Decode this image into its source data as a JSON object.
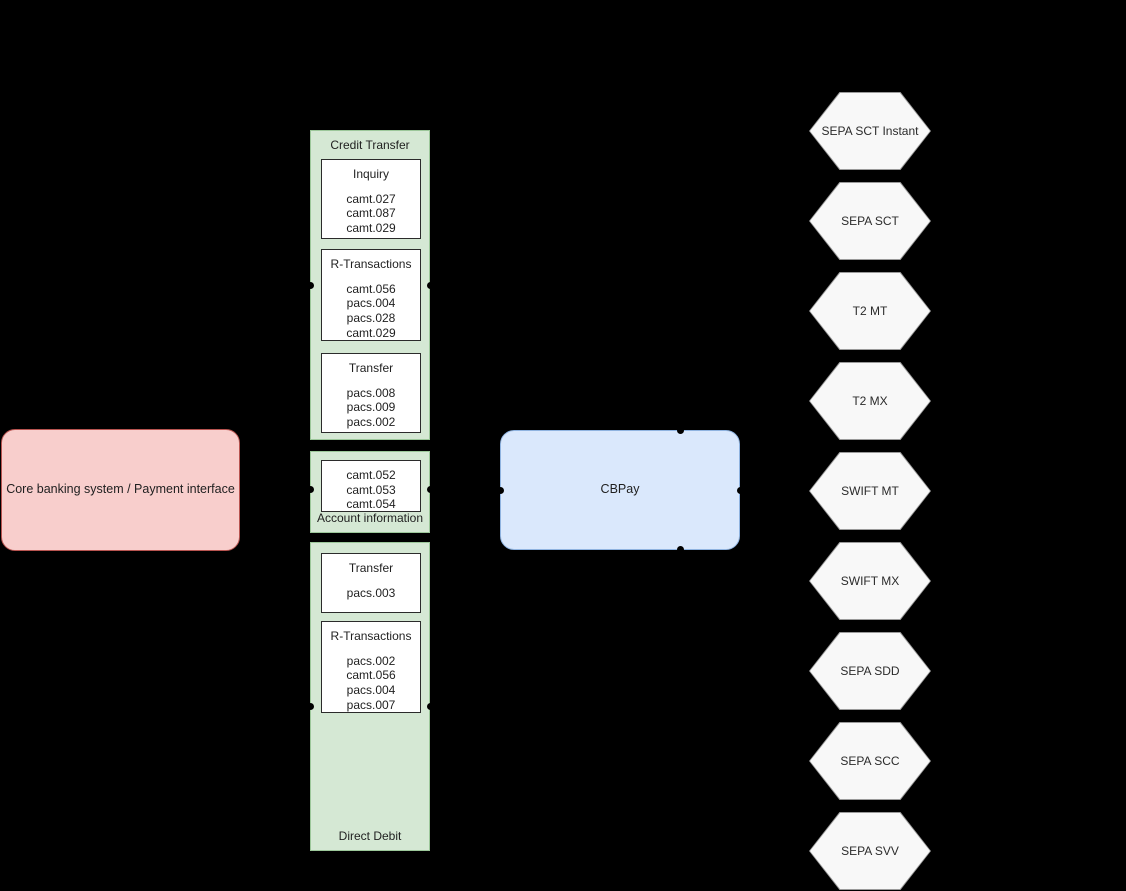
{
  "diagram": {
    "background_color": "#000000",
    "nodes": {
      "core_banking": {
        "label": "Core banking system / Payment interface",
        "fill": "#f8cecc",
        "stroke": "#b85450"
      },
      "cbpay": {
        "label": "CBPay",
        "fill": "#dae8fc",
        "stroke": "#8fb3e0"
      }
    },
    "groups": [
      {
        "id": "credit-transfer",
        "title": "Credit Transfer",
        "title_position": "top",
        "fill": "#d5e8d4",
        "boxes": [
          {
            "title": "Inquiry",
            "codes": [
              "camt.027",
              "camt.087",
              "camt.029"
            ]
          },
          {
            "title": "R-Transactions",
            "codes": [
              "camt.056",
              "pacs.004",
              "pacs.028",
              "camt.029"
            ]
          },
          {
            "title": "Transfer",
            "codes": [
              "pacs.008",
              "pacs.009",
              "pacs.002"
            ]
          }
        ]
      },
      {
        "id": "account-information",
        "title": "Account information",
        "title_position": "bottom",
        "fill": "#d5e8d4",
        "boxes": [
          {
            "title": "",
            "codes": [
              "camt.052",
              "camt.053",
              "camt.054"
            ]
          }
        ]
      },
      {
        "id": "direct-debit",
        "title": "Direct Debit",
        "title_position": "bottom",
        "fill": "#d5e8d4",
        "boxes": [
          {
            "title": "Transfer",
            "codes": [
              "pacs.003"
            ]
          },
          {
            "title": "R-Transactions",
            "codes": [
              "pacs.002",
              "camt.056",
              "pacs.004",
              "pacs.007"
            ]
          }
        ]
      }
    ],
    "channels": [
      {
        "label": "SEPA SCT Instant"
      },
      {
        "label": "SEPA SCT"
      },
      {
        "label": "T2 MT"
      },
      {
        "label": "T2 MX"
      },
      {
        "label": "SWIFT MT"
      },
      {
        "label": "SWIFT MX"
      },
      {
        "label": "SEPA SDD"
      },
      {
        "label": "SEPA SCC"
      },
      {
        "label": "SEPA SVV"
      }
    ]
  }
}
